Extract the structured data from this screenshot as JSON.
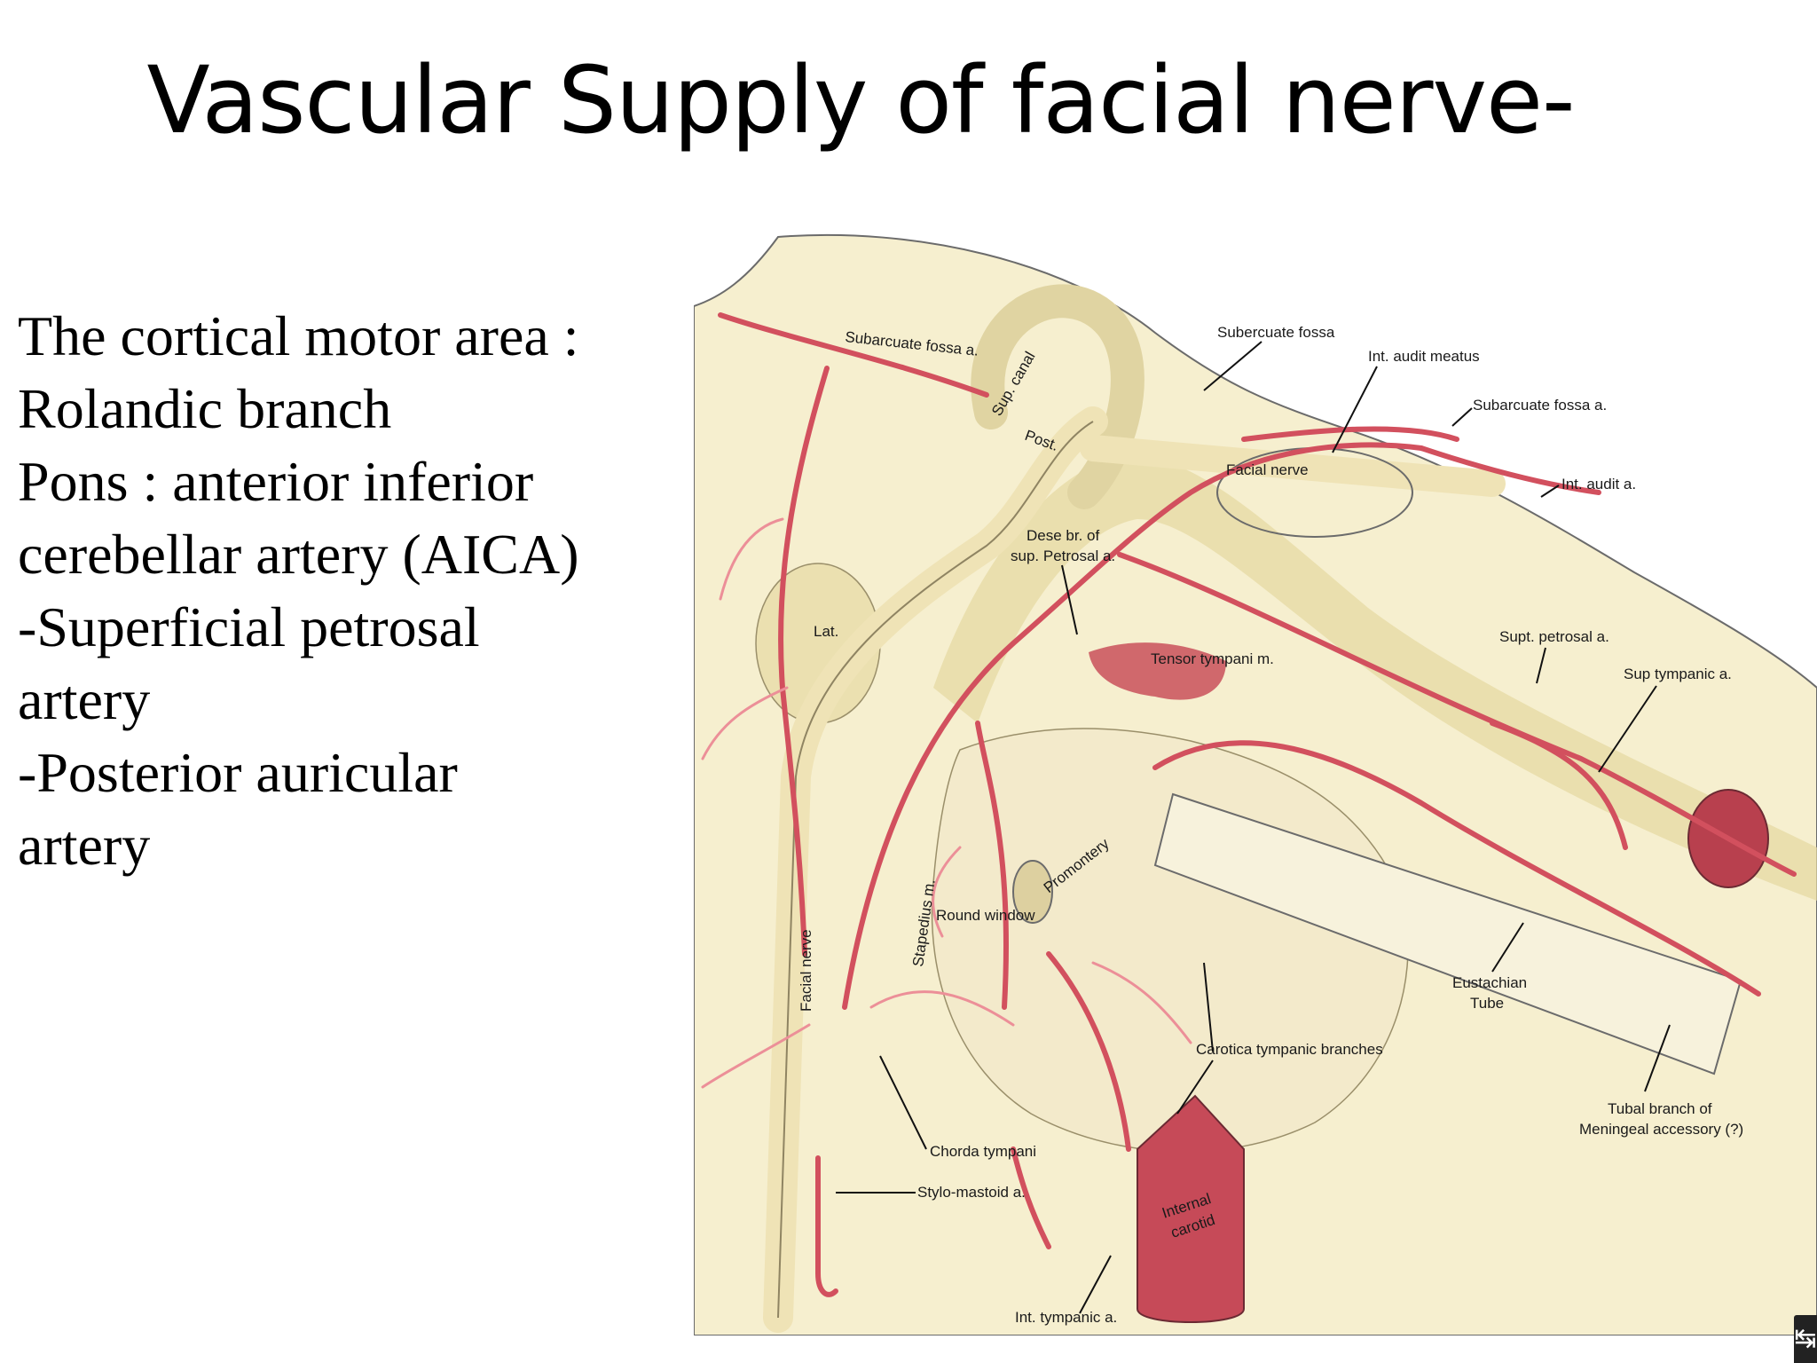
{
  "slide": {
    "title": "Vascular Supply of facial nerve-",
    "bullet_lines": [
      "The cortical motor area :",
      "Rolandic branch",
      "Pons : anterior inferior",
      "cerebellar artery (AICA)",
      "-Superficial petrosal",
      "artery",
      "-Posterior auricular",
      "artery"
    ]
  },
  "figure": {
    "labels": {
      "subarcuate_fossa_a_left": "Subarcuate fossa a.",
      "sup_canal": "Sup. canal",
      "post": "Post.",
      "subercuate_fossa": "Subercuate fossa",
      "int_audit_meatus": "Int. audit meatus",
      "subarcuate_fossa_a_right": "Subarcuate fossa a.",
      "facial_nerve_top": "Facial nerve",
      "int_audit_a": "Int. audit a.",
      "dese_br_line1": "Dese br. of",
      "dese_br_line2": "sup. Petrosal a.",
      "lat": "Lat.",
      "tensor_tympani": "Tensor tympani m.",
      "supt_petrosal_a": "Supt. petrosal a.",
      "sup_tympanic_a": "Sup tympanic a.",
      "stapedius_m": "Stapedius m.",
      "promontery": "Promontery",
      "round_window": "Round window",
      "facial_nerve_left": "Facial nerve",
      "eustachian_line1": "Eustachian",
      "eustachian_line2": "Tube",
      "carotica_tympanic": "Carotica tympanic branches",
      "chorda_tympani": "Chorda tympani",
      "stylo_mastoid": "Stylo-mastoid a.",
      "tubal_line1": "Tubal branch of",
      "tubal_line2": "Meningeal accessory (?)",
      "internal_carotid_line1": "Internal",
      "internal_carotid_line2": "carotid",
      "int_tympanic_a": "Int. tympanic a."
    },
    "colors": {
      "bone": "#f6efcf",
      "bone_shadow": "#e6d9a0",
      "artery": "#d2505e",
      "artery_light": "#ec8f98",
      "carotid": "#b8404e",
      "outline": "#6b6b6b"
    }
  },
  "corner_icon": "slide-nav-icon"
}
